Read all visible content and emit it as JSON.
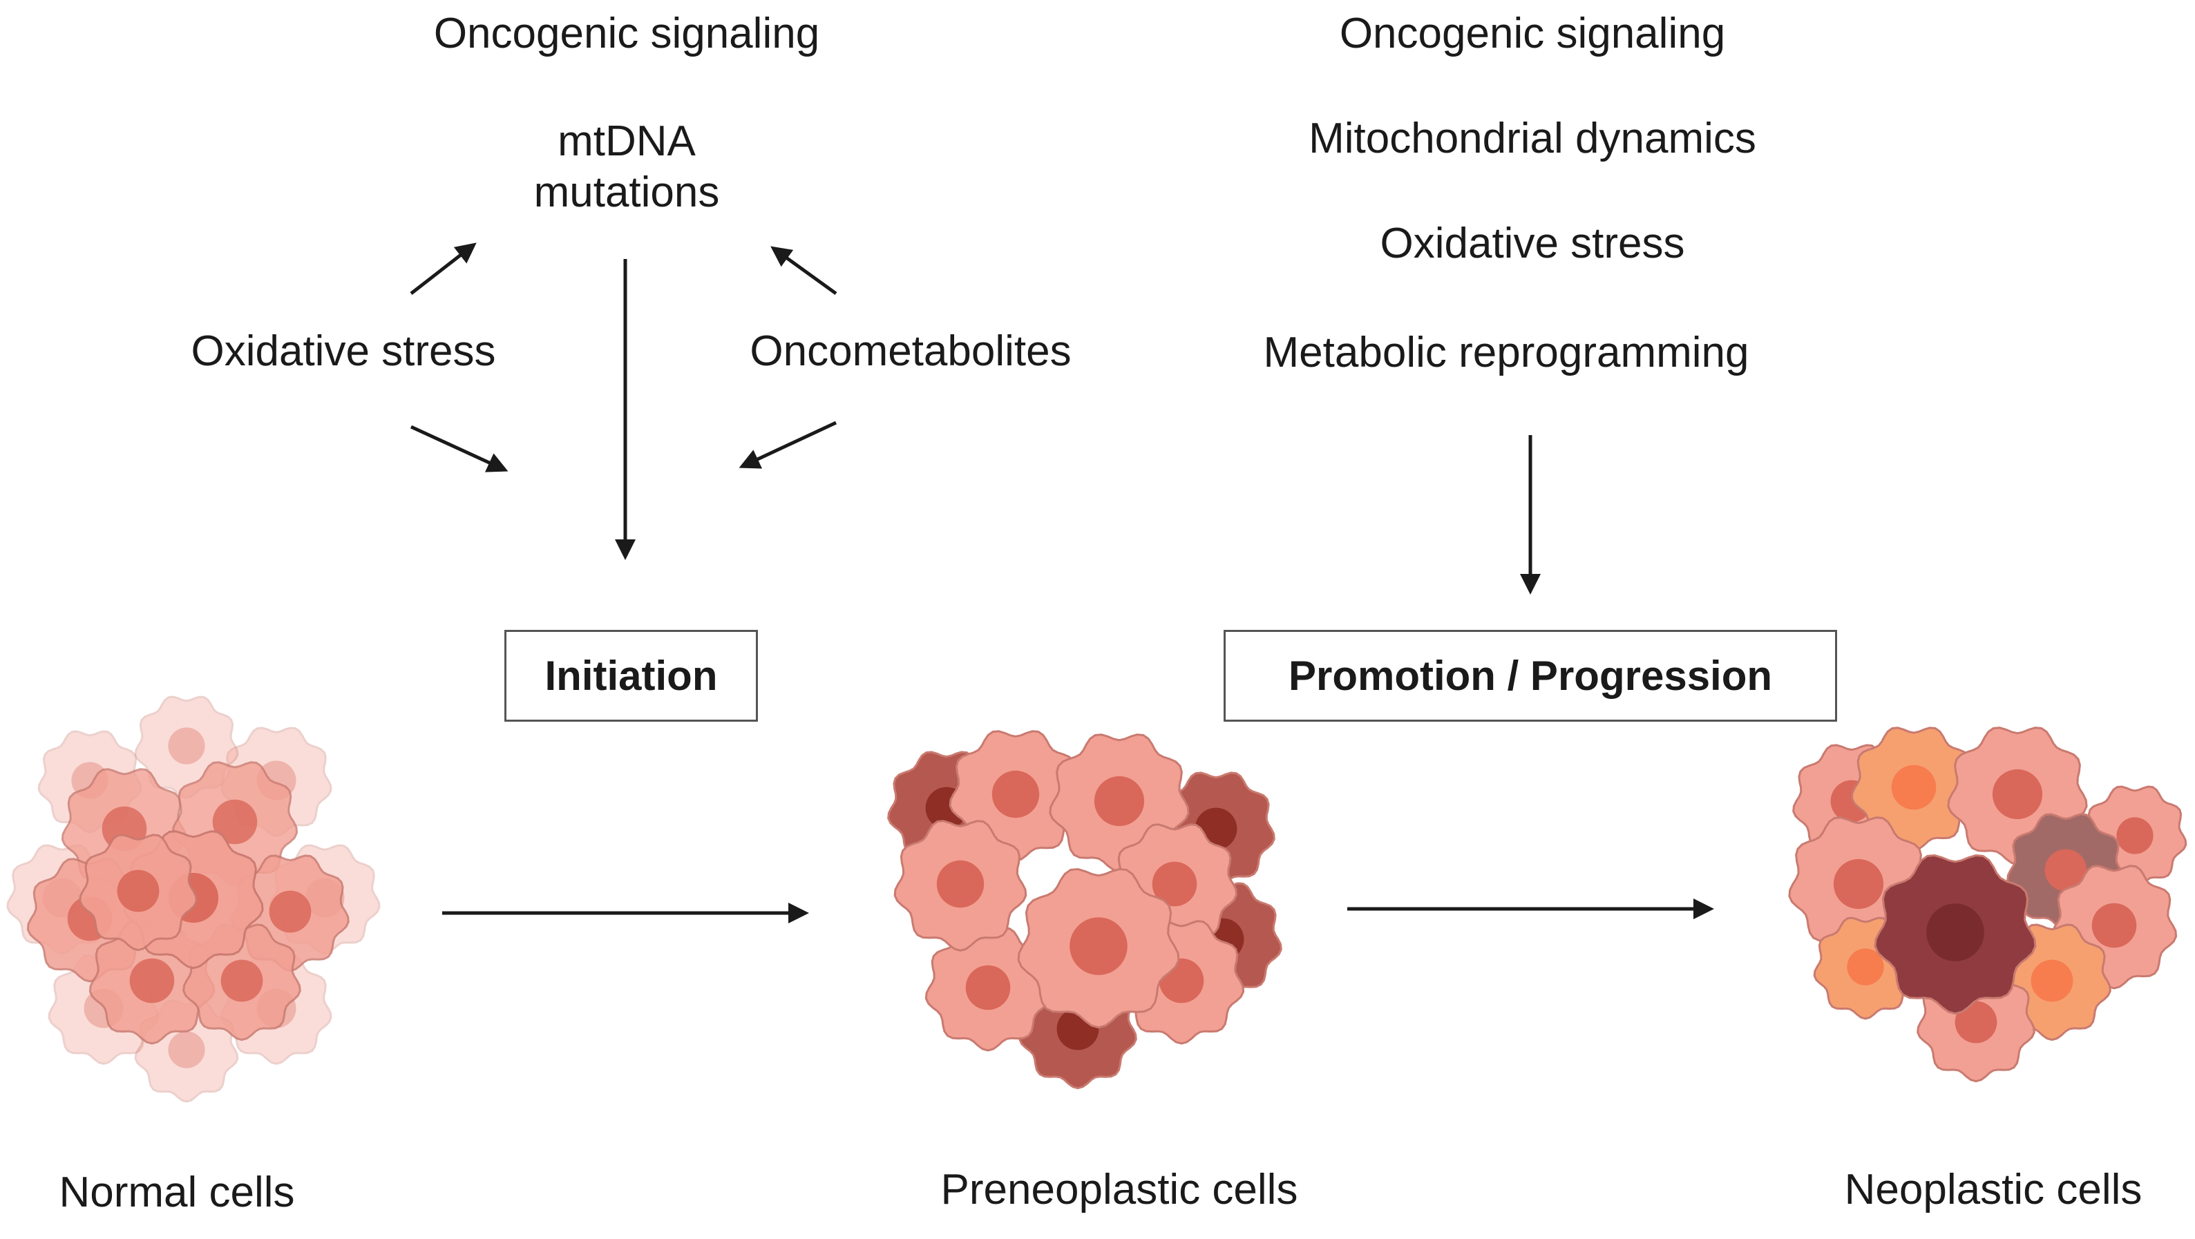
{
  "initiation": {
    "top_label": "Oncogenic signaling",
    "mtdna_label": "mtDNA mutations",
    "left_factor": "Oxidative stress",
    "right_factor": "Oncometabolites",
    "stage_label": "Initiation"
  },
  "progression": {
    "factors": [
      "Oncogenic signaling",
      "Mitochondrial dynamics",
      "Oxidative stress",
      "Metabolic reprogramming"
    ],
    "stage_label": "Promotion / Progression"
  },
  "cell_stages": [
    {
      "label": "Normal cells",
      "icon": "normal-cell-cluster-icon"
    },
    {
      "label": "Preneoplastic cells",
      "icon": "preneoplastic-cell-cluster-icon"
    },
    {
      "label": "Neoplastic cells",
      "icon": "neoplastic-cell-cluster-icon"
    }
  ],
  "colors": {
    "cell_normal": "#f2a093",
    "cell_nucleus": "#d9685a",
    "cell_dark": "#b5584f",
    "cell_orange": "#f6a070",
    "cell_maroon": "#8f3b3f",
    "arrow": "#1a1a1a",
    "box_border": "#555555"
  }
}
